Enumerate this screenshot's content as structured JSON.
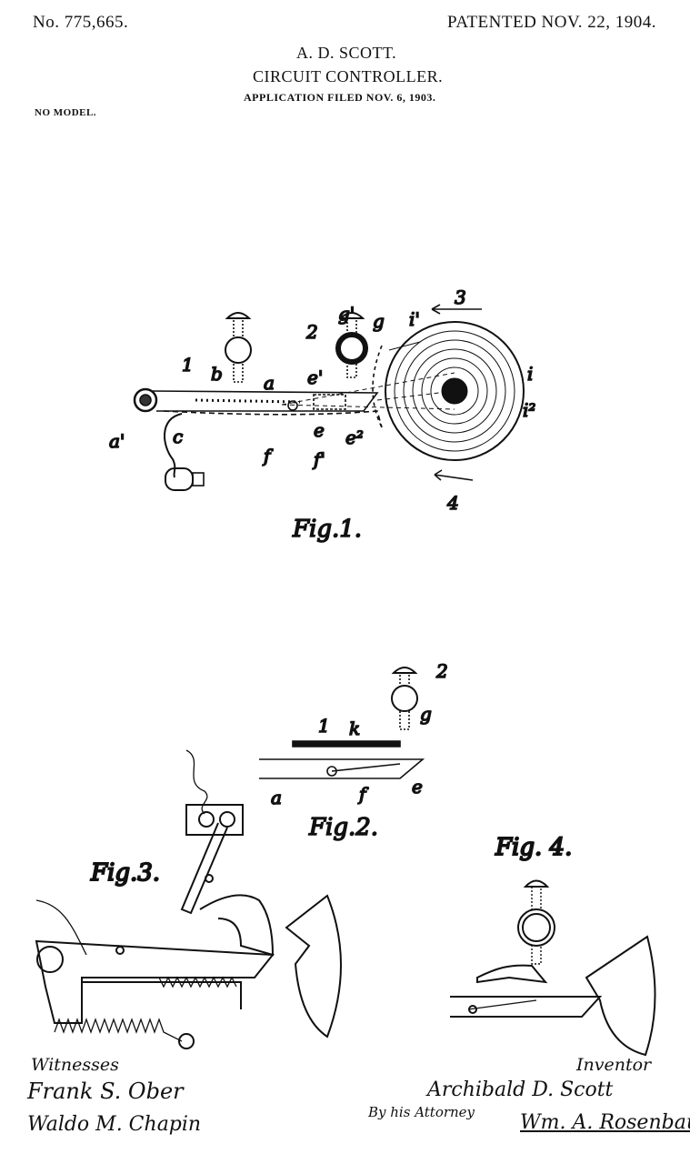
{
  "header": {
    "patent_number": "No. 775,665.",
    "patented_date": "PATENTED NOV. 22, 1904.",
    "inventor_name": "A. D. SCOTT.",
    "title": "CIRCUIT CONTROLLER.",
    "application": "APPLICATION FILED NOV. 6, 1903.",
    "model": "NO MODEL."
  },
  "figures": {
    "fig1": {
      "caption": "Fig.1.",
      "labels": {
        "l1": "1",
        "b": "b",
        "a": "a",
        "e1": "e'",
        "l2": "2",
        "g1": "g'",
        "g": "g",
        "i1": "i'",
        "l3": "3",
        "i": "i",
        "i2": "i²",
        "a1": "a'",
        "c": "c",
        "f": "f",
        "e": "e",
        "e2": "e²",
        "f1": "f'",
        "l4": "4"
      }
    },
    "fig2": {
      "caption": "Fig.2.",
      "labels": {
        "l2": "2",
        "l1": "1",
        "k": "k",
        "g": "g",
        "a": "a",
        "f": "f",
        "e": "e"
      }
    },
    "fig3": {
      "caption": "Fig.3."
    },
    "fig4": {
      "caption": "Fig. 4."
    }
  },
  "signatures": {
    "witnesses_label": "Witnesses",
    "witness_1": "Frank S. Ober",
    "witness_2": "Waldo M. Chapin",
    "inventor_label": "Inventor",
    "inventor": "Archibald D. Scott",
    "by_attorney": "By his Attorney",
    "attorney": "Wm. A. Rosenbaum"
  }
}
